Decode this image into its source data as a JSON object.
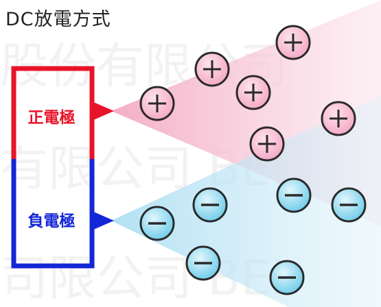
{
  "title": "DC放電方式",
  "watermark": [
    "股份有限公司",
    "有限公司 BEI",
    "司限公司 BEI"
  ],
  "electrodes": {
    "positive": {
      "label": "正電極",
      "color": "#e8142a"
    },
    "negative": {
      "label": "負電極",
      "color": "#1427d6"
    }
  },
  "ion_symbols": {
    "positive": "+",
    "negative": "−"
  },
  "colors": {
    "positive_beam": "#f6c1d2",
    "negative_beam": "#b9e3f4",
    "positive_ion_fill": "#f6b8cf",
    "negative_ion_fill": "#8fd8ee",
    "ion_stroke": "#2a2a2a"
  }
}
